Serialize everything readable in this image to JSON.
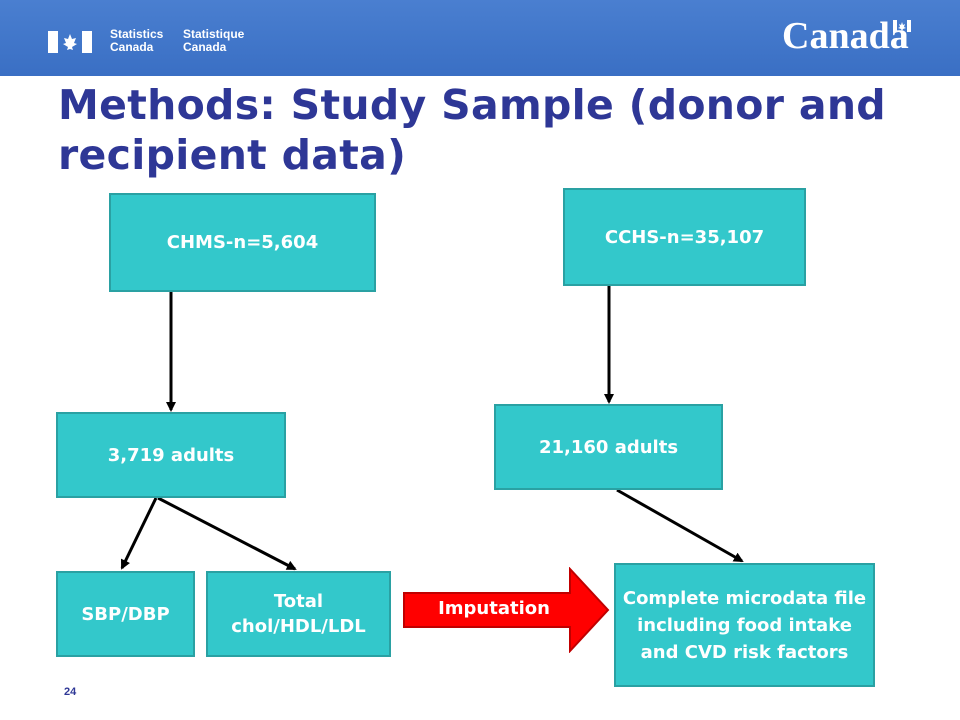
{
  "header": {
    "agency_en_line1": "Statistics",
    "agency_en_line2": "Canada",
    "agency_fr_line1": "Statistique",
    "agency_fr_line2": "Canada",
    "wordmark": "Canada"
  },
  "slide": {
    "title": "Methods: Study Sample (donor and recipient data)",
    "page_number": "24"
  },
  "diagram": {
    "nodes": {
      "chms": "CHMS-n=5,604",
      "cchs": "CCHS-n=35,107",
      "chms_adults": "3,719 adults",
      "cchs_adults": "21,160 adults",
      "sbp_dbp": "SBP/DBP",
      "chol": "Total chol/HDL/LDL",
      "output": "Complete microdata file including food intake and CVD risk factors"
    },
    "imputation_label": "Imputation"
  },
  "colors": {
    "header": "#3a6fc4",
    "title": "#2e3796",
    "box_fill": "#33c8cb",
    "box_border": "#2aa1a3",
    "imputation_arrow": "#ff0000"
  }
}
